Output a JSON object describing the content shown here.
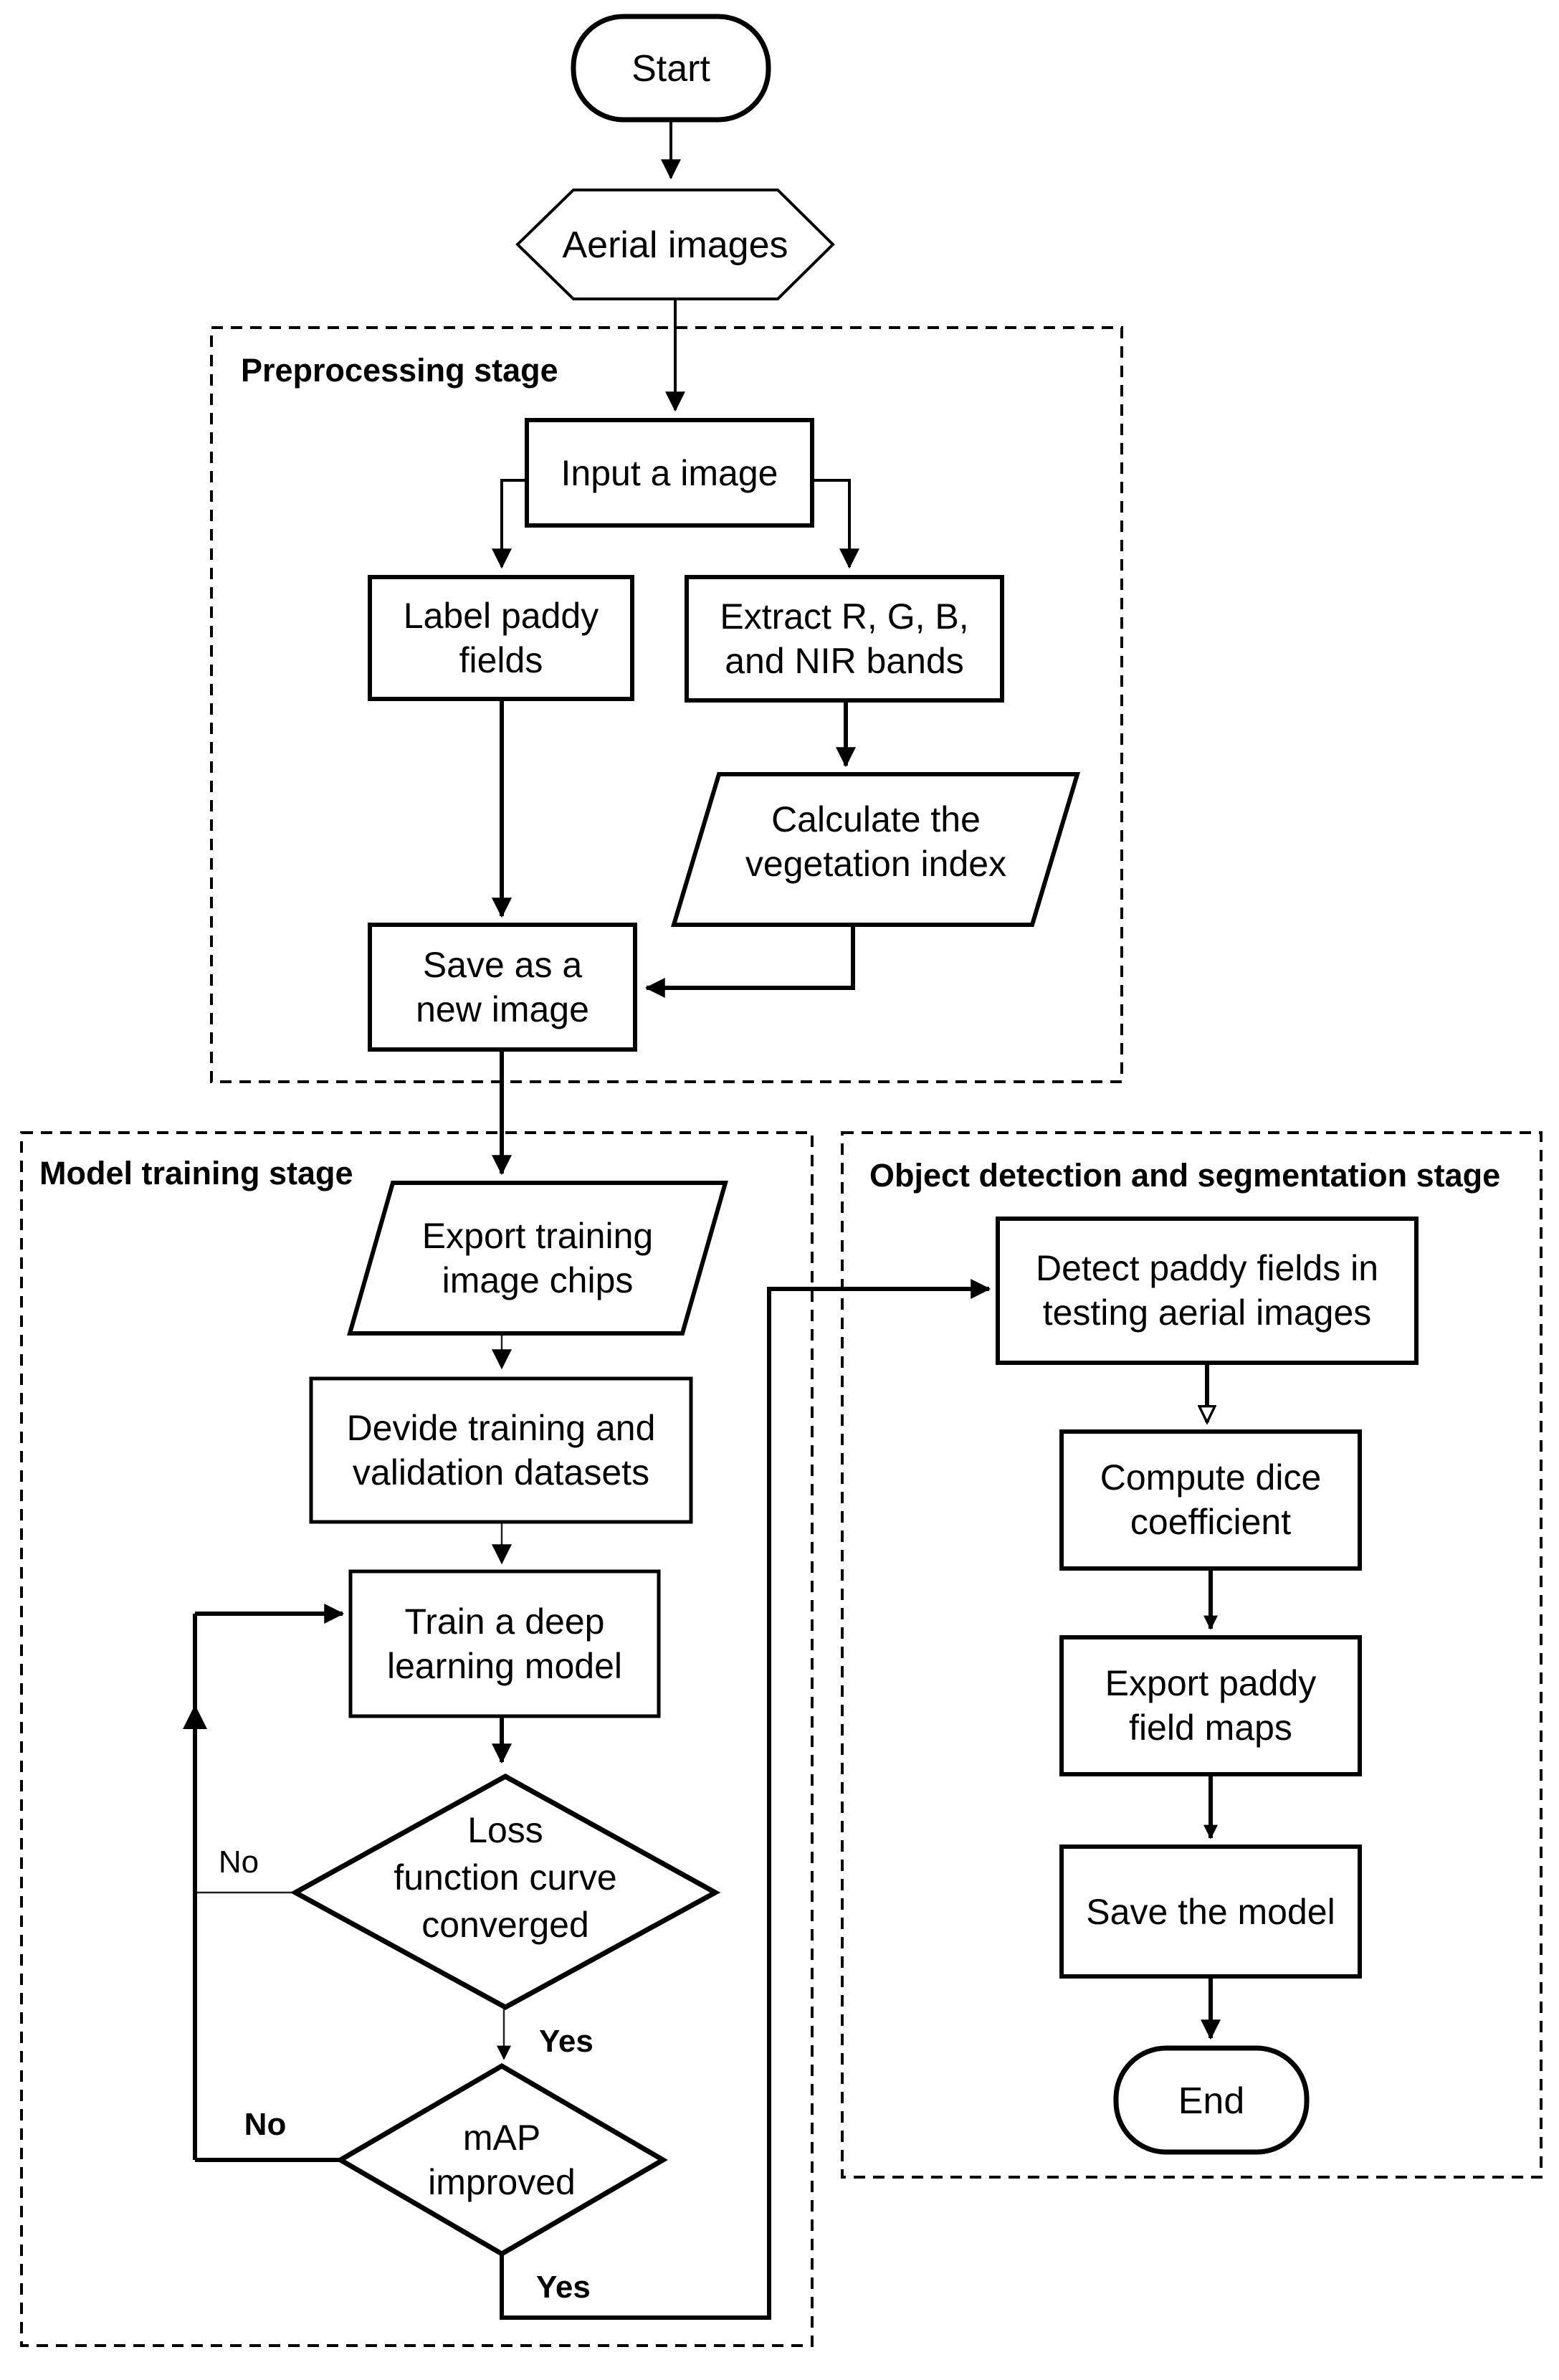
{
  "flowchart": {
    "colors": {
      "ink": "#000000",
      "background": "#ffffff"
    },
    "stage_labels": {
      "preprocessing": "Preprocessing stage",
      "training": "Model training stage",
      "detection": "Object detection and segmentation stage"
    },
    "nodes": {
      "start": {
        "label": "Start"
      },
      "aerial_images": {
        "label": "Aerial images"
      },
      "input_image": {
        "label": "Input a image"
      },
      "label_paddy_fields": {
        "line1": "Label paddy",
        "line2": "fields"
      },
      "extract_bands": {
        "line1": "Extract R, G, B,",
        "line2": "and NIR bands"
      },
      "calc_vegetation_index": {
        "line1": "Calculate the",
        "line2": "vegetation index"
      },
      "save_new_image": {
        "line1": "Save as a",
        "line2": "new image"
      },
      "export_image_chips": {
        "line1": "Export training",
        "line2": "image chips"
      },
      "divide_datasets": {
        "line1": "Devide training and",
        "line2": "validation datasets"
      },
      "train_model": {
        "line1": "Train a deep",
        "line2": "learning model"
      },
      "loss_converged": {
        "line1": "Loss",
        "line2": "function curve",
        "line3": "converged"
      },
      "map_improved": {
        "line1": "mAP",
        "line2": "improved"
      },
      "detect_paddy_fields": {
        "line1": "Detect paddy fields in",
        "line2": "testing aerial images"
      },
      "compute_dice": {
        "line1": "Compute dice",
        "line2": "coefficient"
      },
      "export_field_maps": {
        "line1": "Export paddy",
        "line2": "field maps"
      },
      "save_model": {
        "label": "Save the model"
      },
      "end": {
        "label": "End"
      }
    },
    "edge_labels": {
      "loss_no": "No",
      "loss_yes": "Yes",
      "map_no": "No",
      "map_yes": "Yes"
    }
  }
}
